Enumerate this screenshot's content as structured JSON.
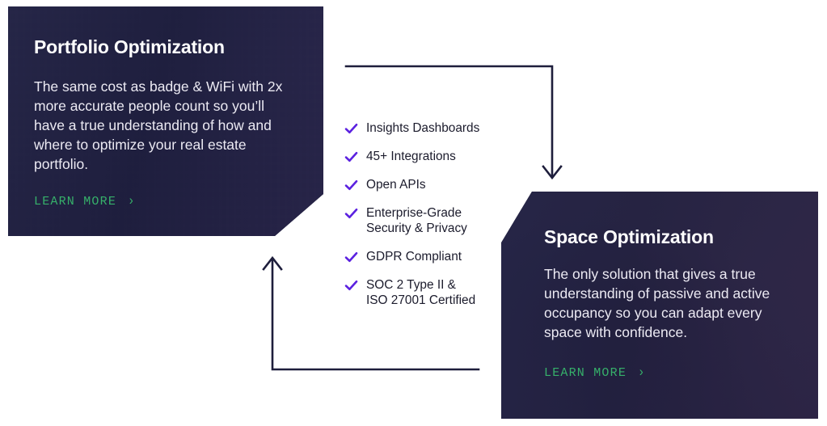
{
  "theme": {
    "card_bg": "#242446",
    "accent_green": "#36b06a",
    "accent_purple": "#5b21e0",
    "line_navy": "#1e1e3c",
    "text_dark": "#1b1b2c",
    "page_bg": "#ffffff"
  },
  "cards": {
    "portfolio": {
      "title": "Portfolio Optimization",
      "body": "The same cost as badge & WiFi with 2x more accurate people count so you’ll have a true understanding of how and where to optimize your real estate portfolio.",
      "cta_label": "LEARN MORE",
      "cta_chevron": "›",
      "photo_alt": "city-skyline-photo"
    },
    "space": {
      "title": "Space Optimization",
      "body": "The only solution that gives a true understanding of passive and active occupancy so you can adapt every space with confidence.",
      "cta_label": "LEARN MORE",
      "cta_chevron": "›",
      "photo_alt": "office-meeting-photo"
    }
  },
  "features": {
    "items": [
      {
        "label": "Insights Dashboards"
      },
      {
        "label": "45+ Integrations"
      },
      {
        "label": "Open APIs"
      },
      {
        "label": "Enterprise-Grade\nSecurity & Privacy"
      },
      {
        "label": "GDPR Compliant"
      },
      {
        "label": "SOC 2 Type II &\nISO 27001 Certified"
      }
    ]
  },
  "connectors": {
    "top_arrow": "portfolio-to-space",
    "bottom_arrow": "space-to-portfolio"
  }
}
